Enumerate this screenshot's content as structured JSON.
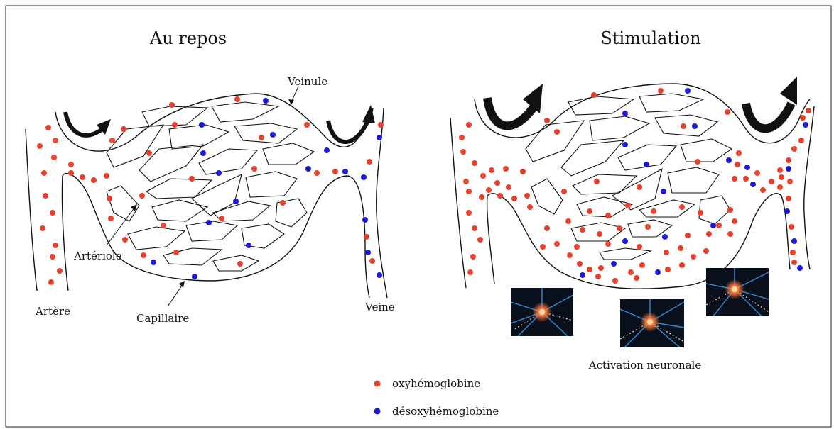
{
  "panels": {
    "rest": {
      "title": "Au repos",
      "labels": {
        "venule": "Veinule",
        "arteriole": "Artériole",
        "artery": "Artère",
        "capillary": "Capillaire",
        "vein": "Veine"
      }
    },
    "stimulation": {
      "title": "Stimulation",
      "neuron_caption": "Activation neuronale"
    }
  },
  "legend": {
    "items": [
      {
        "label": "oxyhémoglobine",
        "color": "#e8402a"
      },
      {
        "label": "désoxyhémoglobine",
        "color": "#1a1ad8"
      }
    ]
  },
  "colors": {
    "oxy": "#e8402a",
    "deoxy": "#1a1ad8",
    "line": "#111111",
    "neuron_bg": "#0a0f1c",
    "neuron_glow": "#ff7a3a",
    "neuron_dendrite": "#2e8fd6"
  }
}
